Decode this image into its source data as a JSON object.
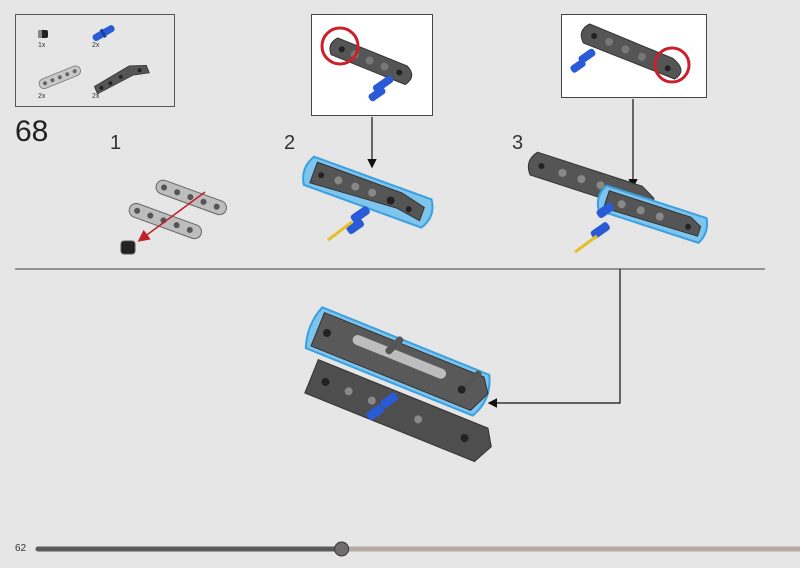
{
  "parts_list": {
    "items": [
      {
        "qty": "1x",
        "name": "black-bushing"
      },
      {
        "qty": "2x",
        "name": "blue-axle-pin"
      },
      {
        "qty": "2x",
        "name": "gray-liftarm-5"
      },
      {
        "qty": "2x",
        "name": "dark-gray-bent-liftarm"
      }
    ]
  },
  "step_number": "68",
  "substeps": [
    "1",
    "2",
    "3"
  ],
  "page_number": "62",
  "progress": 0.4,
  "colors": {
    "background": "#e6e6e6",
    "highlight": "#3aa0e0",
    "callout_circle": "#cc1f2a",
    "blue_part": "#2a5bd7"
  }
}
